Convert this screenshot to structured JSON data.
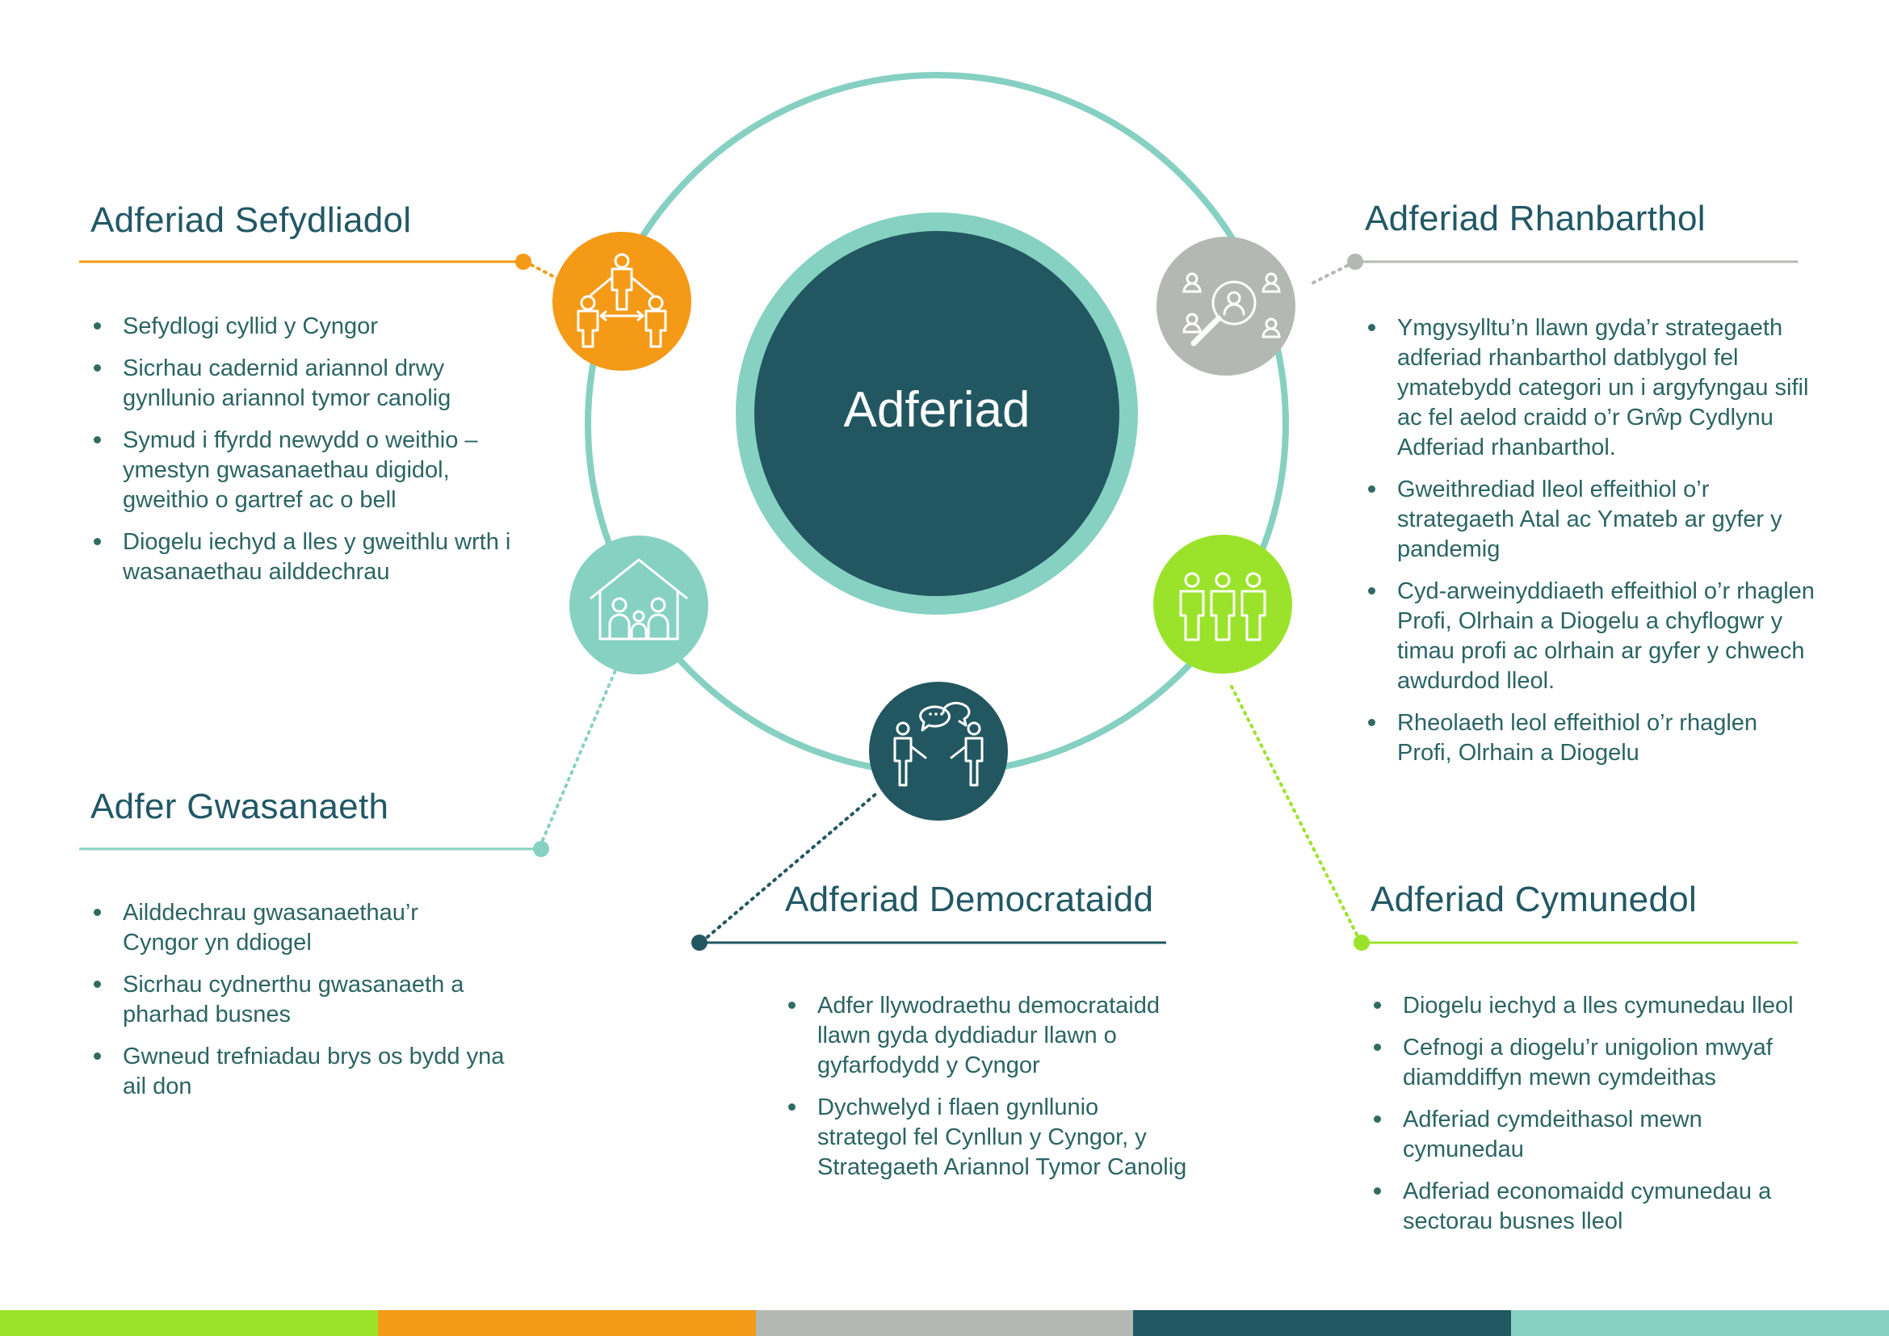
{
  "center": {
    "title": "Adferiad"
  },
  "colors": {
    "orange": "#f49a17",
    "grey": "#b4b8b2",
    "lime": "#9be32b",
    "teal_light": "#87d1c3",
    "teal_dark": "#225761",
    "ring": "#86d0c2"
  },
  "sections": {
    "organisational": {
      "title": "Adferiad Sefydliadol",
      "icon": "organisation-people-icon",
      "items": [
        "Sefydlogi cyllid y Cyngor",
        "Sicrhau cadernid ariannol drwy gynllunio ariannol tymor canolig",
        "Symud i ffyrdd newydd o weithio – ymestyn gwasanaethau digidol, gweithio o gartref ac o bell",
        "Diogelu iechyd a lles y gweithlu wrth i wasanaethau ailddechrau"
      ]
    },
    "regional": {
      "title": "Adferiad Rhanbarthol",
      "icon": "magnifier-people-icon",
      "items": [
        "Ymgysylltu’n llawn gyda’r strategaeth adferiad rhanbarthol datblygol fel ymatebydd categori un i argyfyngau sifil ac fel aelod craidd o’r Grŵp Cydlynu Adferiad rhanbarthol.",
        "Gweithrediad lleol effeithiol o’r strategaeth Atal ac Ymateb ar gyfer y pandemig",
        "Cyd-arweinyddiaeth effeithiol o’r rhaglen Profi, Olrhain a Diogelu a chyflogwr y timau profi ac olrhain ar gyfer y chwech awdurdod lleol.",
        "Rheolaeth leol effeithiol o’r rhaglen Profi, Olrhain a Diogelu"
      ]
    },
    "service": {
      "title": "Adfer Gwasanaeth",
      "icon": "house-family-icon",
      "items": [
        "Ailddechrau gwasanaethau’r Cyngor yn ddiogel",
        "Sicrhau cydnerthu gwasanaeth a pharhad busnes",
        "Gwneud trefniadau brys os bydd yna ail don"
      ]
    },
    "democratic": {
      "title": "Adferiad Democrataidd",
      "icon": "conversation-icon",
      "items": [
        "Adfer llywodraethu democrataidd llawn gyda dyddiadur llawn o gyfarfodydd y Cyngor",
        "Dychwelyd i flaen gynllunio strategol fel Cynllun y Cyngor, y Strategaeth Ariannol Tymor Canolig"
      ]
    },
    "community": {
      "title": "Adferiad Cymunedol",
      "icon": "community-people-icon",
      "items": [
        "Diogelu iechyd a lles cymunedau lleol",
        "Cefnogi a diogelu’r unigolion mwyaf diamddiffyn mewn cymdeithas",
        "Adferiad cymdeithasol mewn cymunedau",
        "Adferiad economaidd cymunedau a sectorau busnes lleol"
      ]
    }
  }
}
